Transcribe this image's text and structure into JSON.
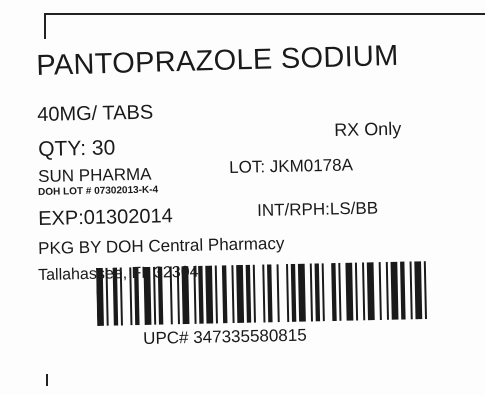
{
  "label": {
    "drug_name": "PANTOPRAZOLE SODIUM",
    "strength": "40MG/ TABS",
    "quantity": "QTY: 30",
    "rx_only": "RX Only",
    "manufacturer": "SUN PHARMA",
    "lot": "LOT: JKM0178A",
    "doh_lot": "DOH  LOT # 07302013-K-4",
    "expiration": "EXP:01302014",
    "int_rph": "INT/RPH:LS/BB",
    "packaged_by": "PKG BY DOH Central Pharmacy",
    "city": "Tallahassee, FL 32304",
    "upc": "UPC# 347335580815"
  }
}
